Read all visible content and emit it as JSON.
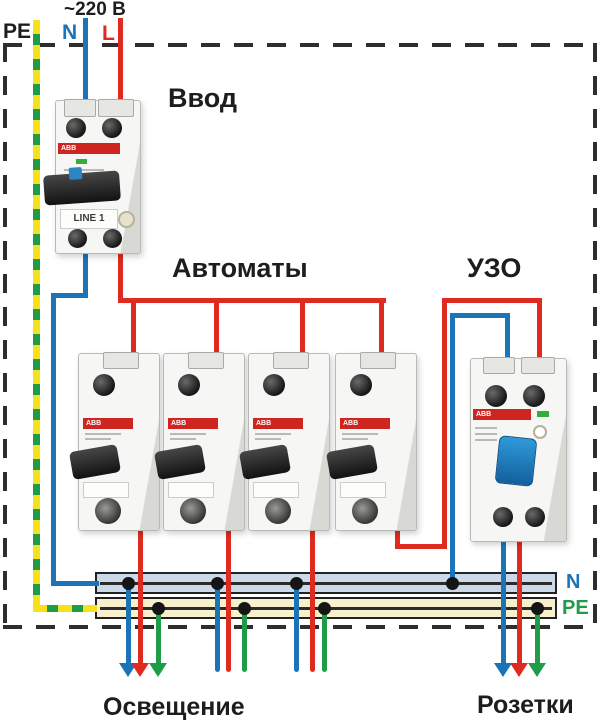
{
  "top": {
    "voltage_label": "~220 В",
    "pe_label": "PE",
    "neutral_label": "N",
    "line_label": "L"
  },
  "sections": {
    "input": "Ввод",
    "breakers": "Автоматы",
    "rcd": "УЗО"
  },
  "buses": {
    "neutral_label": "N",
    "earth_label": "PE"
  },
  "outputs": {
    "lighting": "Освещение",
    "sockets": "Розетки"
  },
  "devices": {
    "main_breaker": {
      "brand": "ABB",
      "label": "LINE 1"
    },
    "breakers": [
      {
        "brand": "ABB"
      },
      {
        "brand": "ABB"
      },
      {
        "brand": "ABB"
      },
      {
        "brand": "ABB"
      }
    ],
    "rcd": {
      "brand": "ABB"
    }
  },
  "colors": {
    "line_wire": "#df2b1f",
    "neutral_wire": "#1b74b8",
    "earth_wire": "#1f9c48",
    "pe_stripe_yellow": "#f6e11a",
    "neutral_bus_fill": "#ccd9e8",
    "earth_bus_fill": "#f8efcd",
    "enclosure_border": "#2e2e2e"
  }
}
